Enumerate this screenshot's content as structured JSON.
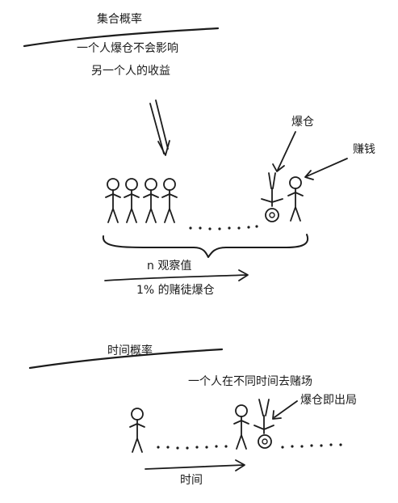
{
  "ensemble": {
    "title": "集合概率",
    "note_line1": "一个人爆仓不会影响",
    "note_line2": "另一个人的收益",
    "label_bust": "爆仓",
    "label_profit": "赚钱",
    "brace_label": "n 观察值",
    "arrow_label": "1% 的赌徒爆仓"
  },
  "time": {
    "title": "时间概率",
    "note": "一个人在不同时间去赌场",
    "label_bust": "爆仓即出局",
    "axis_label": "时间"
  }
}
